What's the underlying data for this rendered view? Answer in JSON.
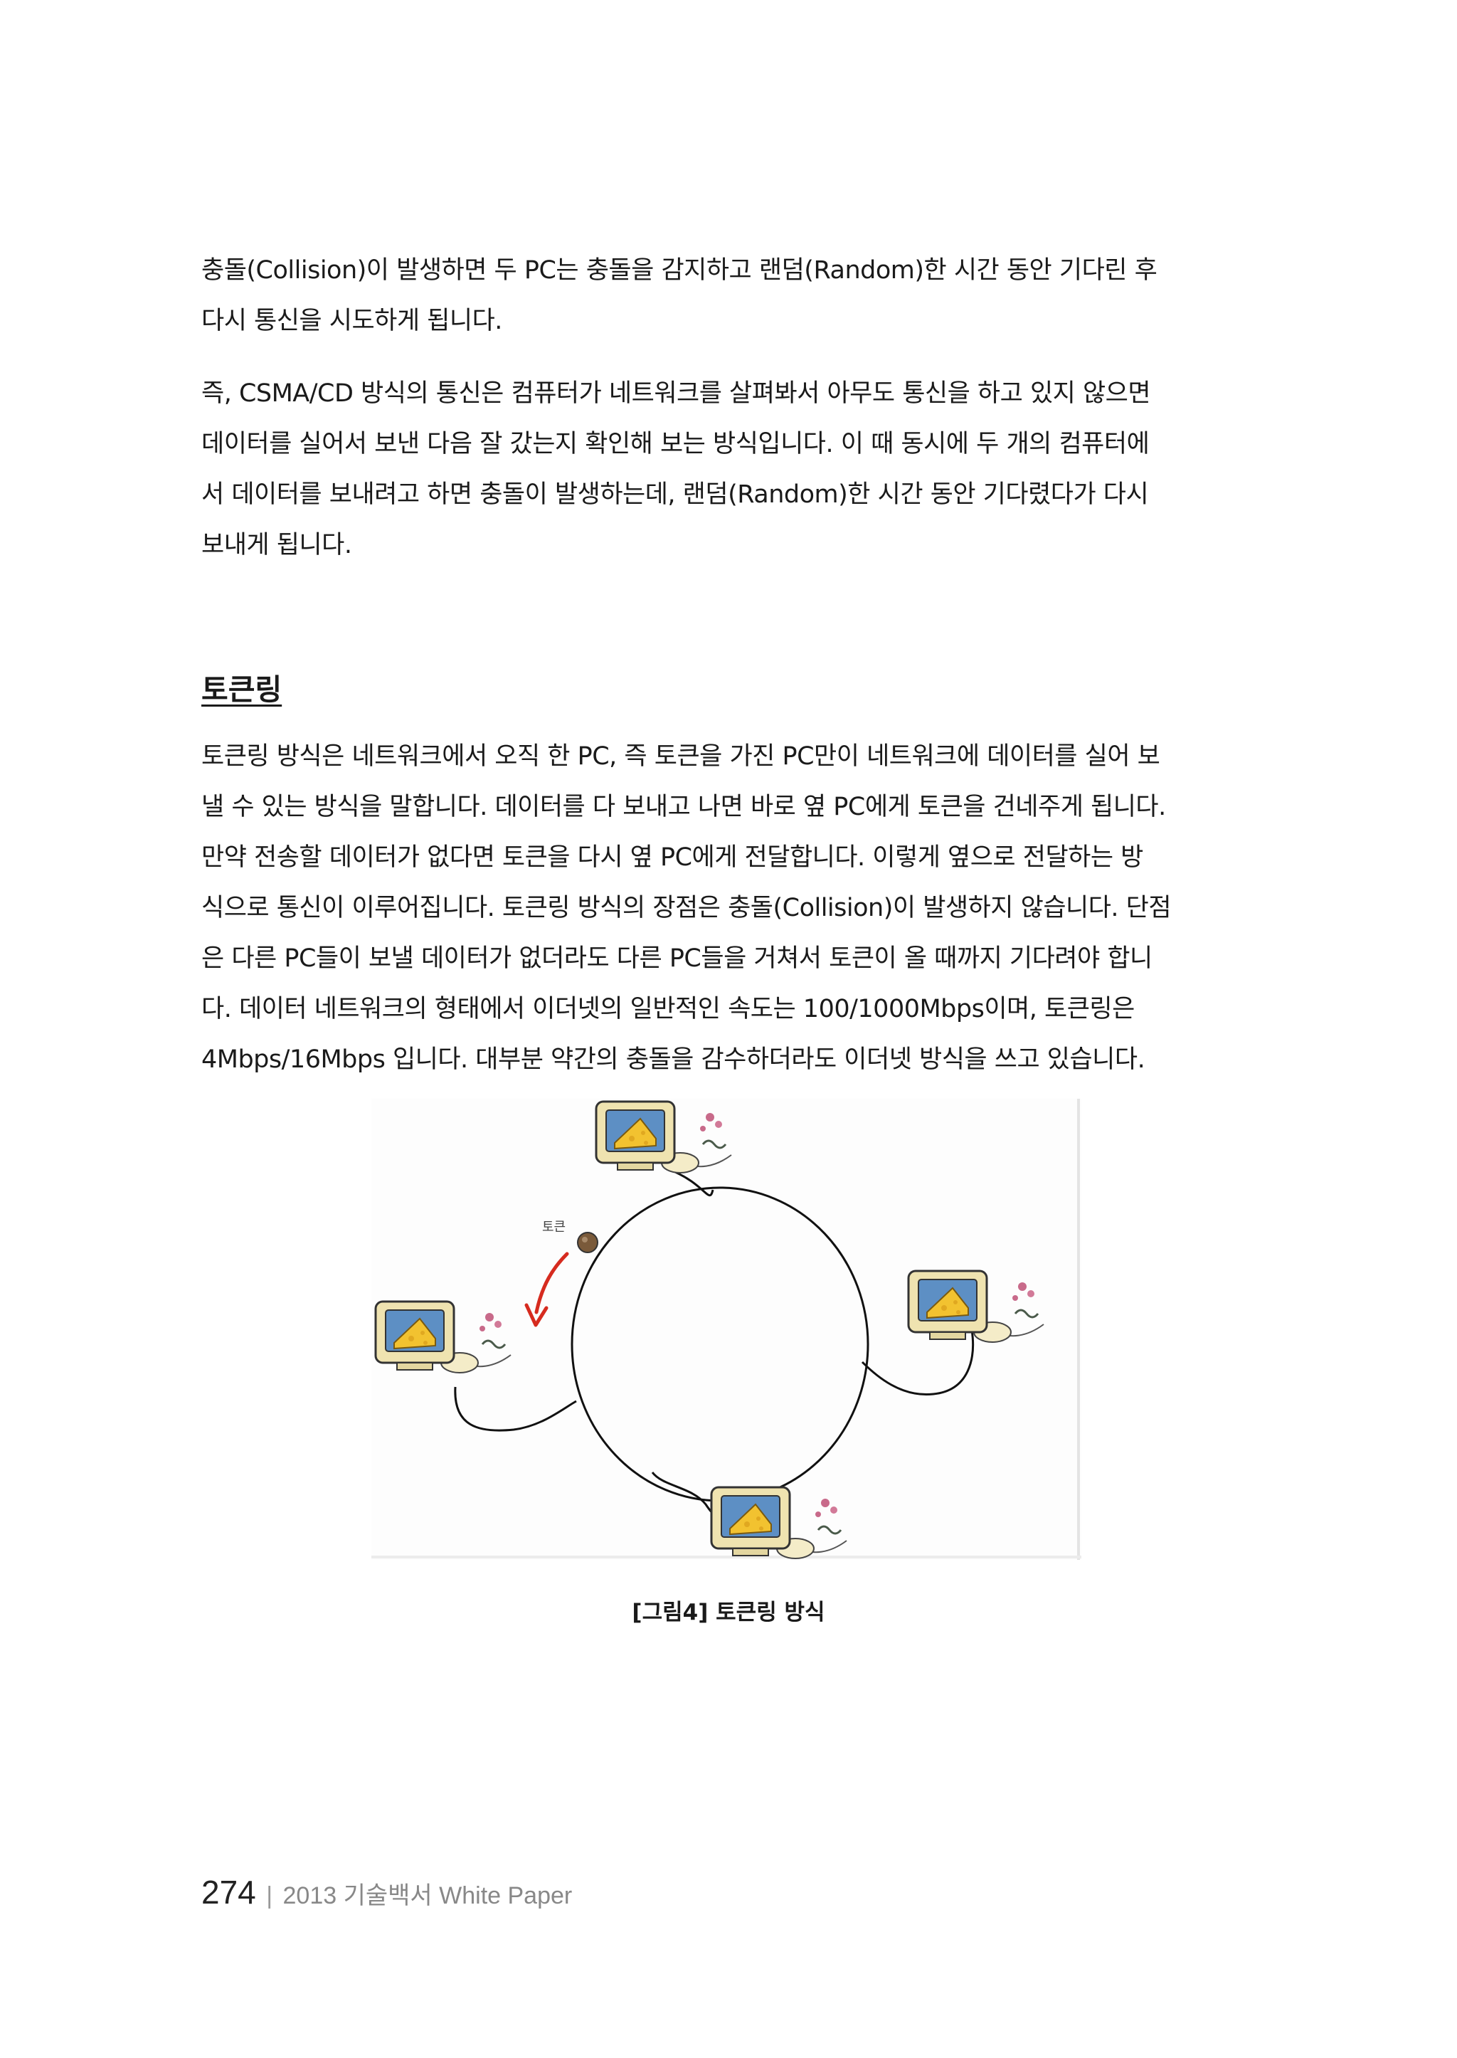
{
  "paragraphs": {
    "p1": [
      "충돌(Collision)이 발생하면 두 PC는 충돌을 감지하고 랜덤(Random)한 시간 동안 기다린 후",
      "다시 통신을 시도하게 됩니다."
    ],
    "p2": [
      "즉, CSMA/CD 방식의 통신은 컴퓨터가 네트워크를 살펴봐서 아무도 통신을 하고 있지 않으면",
      "데이터를 실어서 보낸 다음 잘 갔는지 확인해 보는 방식입니다. 이 때 동시에 두 개의 컴퓨터에",
      "서 데이터를 보내려고 하면 충돌이 발생하는데, 랜덤(Random)한 시간 동안 기다렸다가 다시",
      "보내게 됩니다."
    ],
    "p3": [
      "토큰링 방식은 네트워크에서 오직 한 PC, 즉 토큰을 가진 PC만이 네트워크에 데이터를 실어 보",
      "낼 수 있는 방식을 말합니다. 데이터를 다 보내고 나면 바로 옆 PC에게 토큰을 건네주게 됩니다.",
      "만약 전송할 데이터가 없다면 토큰을 다시 옆 PC에게 전달합니다. 이렇게 옆으로 전달하는 방",
      "식으로 통신이 이루어집니다. 토큰링 방식의 장점은 충돌(Collision)이 발생하지 않습니다. 단점",
      "은 다른 PC들이 보낼 데이터가 없더라도 다른 PC들을 거쳐서 토큰이 올 때까지 기다려야 합니",
      "다. 데이터 네트워크의 형태에서 이더넷의 일반적인 속도는 100/1000Mbps이며, 토큰링은",
      "4Mbps/16Mbps 입니다. 대부분 약간의 충돌을 감수하더라도 이더넷 방식을 쓰고 있습니다."
    ]
  },
  "section_heading": "토큰링",
  "figure": {
    "token_label": "토큰",
    "caption": "[그림4] 토큰링 방식",
    "colors": {
      "monitor_case": "#efe3b0",
      "screen": "#5d8fc4",
      "cheese": "#f2c230",
      "arrow": "#d62b1f",
      "ring": "#111111"
    },
    "icons": [
      "computer-icon",
      "cheese-icon",
      "mouse-icon",
      "token-icon",
      "arrow-icon"
    ]
  },
  "footer": {
    "page_number": "274",
    "separator": "|",
    "title": "2013 기술백서 White Paper"
  }
}
